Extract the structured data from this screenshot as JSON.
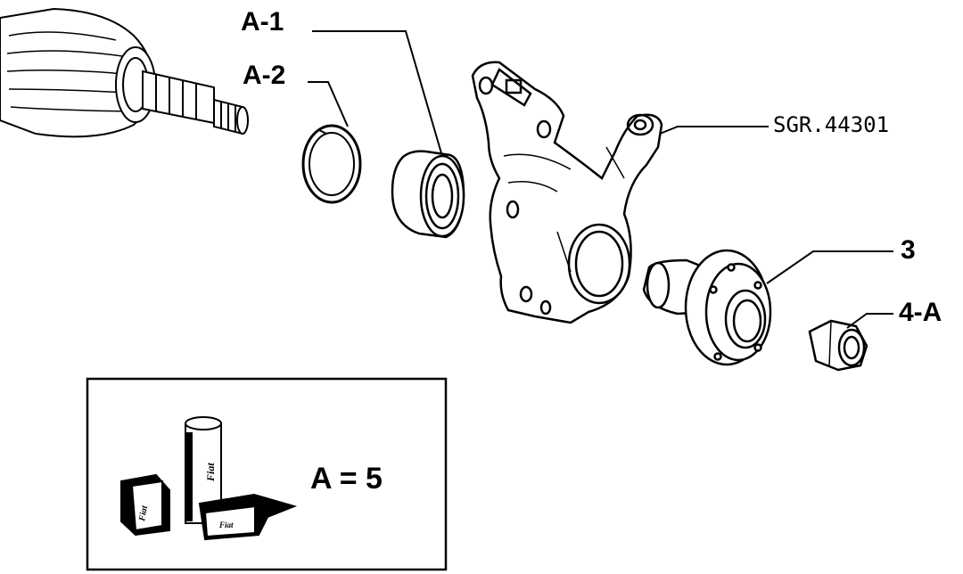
{
  "labels": {
    "a1": "A-1",
    "a2": "A-2",
    "sgr": "SGR.44301",
    "three": "3",
    "four_a": "4-A"
  },
  "legend": {
    "equation": "A = 5",
    "brand": "Fiat"
  },
  "colors": {
    "ink": "#000000",
    "paper": "#ffffff"
  }
}
